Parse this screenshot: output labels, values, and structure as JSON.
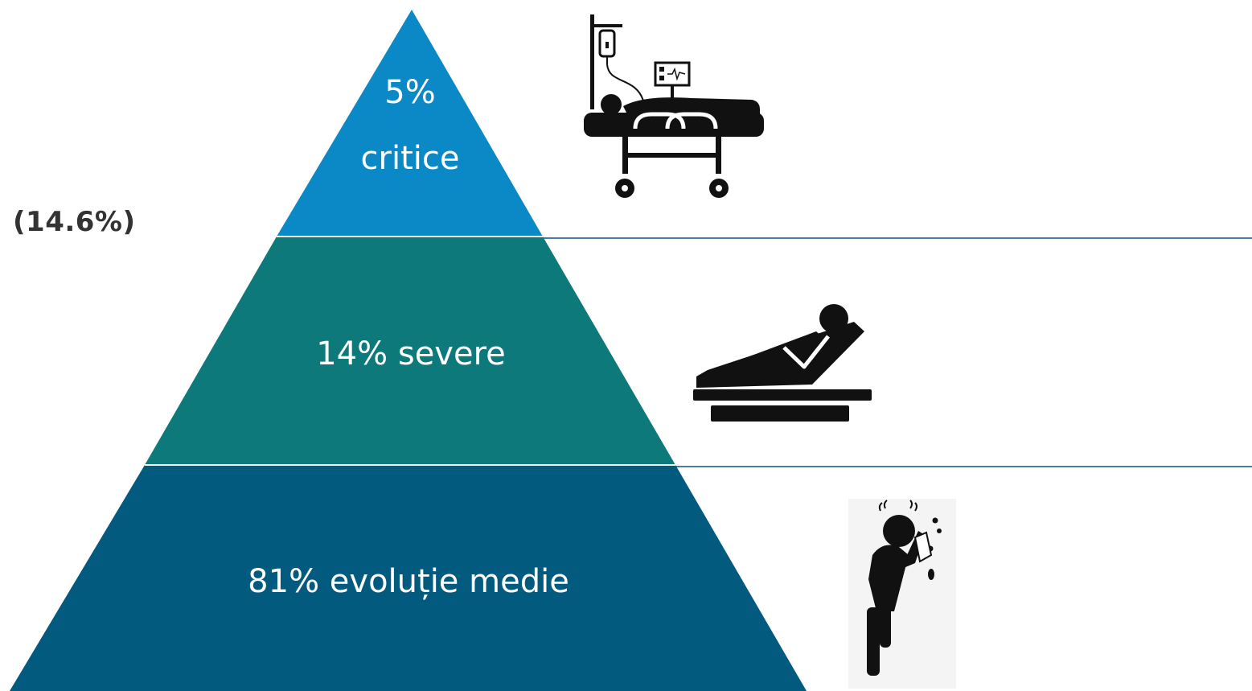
{
  "side_label": "(14.6%)",
  "tiers": [
    {
      "id": "critical",
      "percent_line": "5%",
      "name_line": "critice",
      "color": "#0b88c6"
    },
    {
      "id": "severe",
      "label": "14% severe",
      "color": "#0e797a"
    },
    {
      "id": "mild",
      "label": "81% evoluție medie",
      "color": "#025a7f"
    }
  ],
  "divider_color": "#4a7aa5",
  "icons": [
    "hospital-bed-iv-monitor-icon",
    "reclining-patient-icon",
    "coughing-person-icon"
  ]
}
